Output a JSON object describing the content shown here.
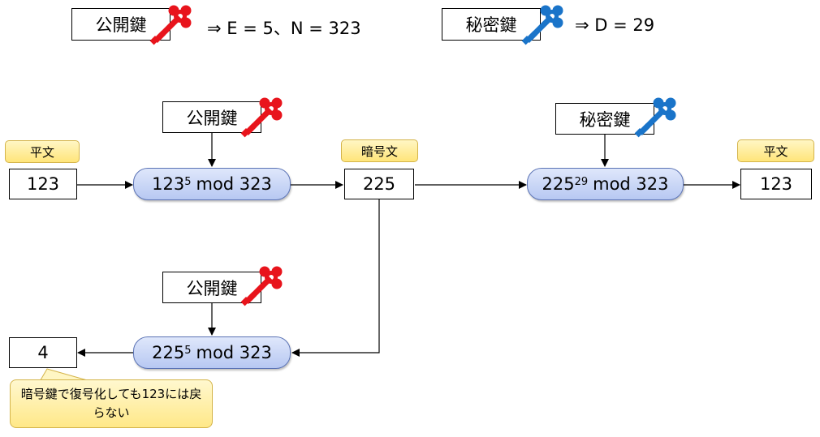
{
  "legend": {
    "public_key_label": "公開鍵",
    "public_key_values": "⇒ E = 5、N = 323",
    "private_key_label": "秘密鍵",
    "private_key_values": "⇒ D = 29"
  },
  "top_flow": {
    "plaintext_label": "平文",
    "plaintext_value": "123",
    "encrypt_key_label": "公開鍵",
    "encrypt_op": {
      "base": "123",
      "exp": "5",
      "mod": "mod 323"
    },
    "ciphertext_label": "暗号文",
    "ciphertext_value": "225",
    "decrypt_key_label": "秘密鍵",
    "decrypt_op": {
      "base": "225",
      "exp": "29",
      "mod": "mod 323"
    },
    "result_label": "平文",
    "result_value": "123"
  },
  "bottom_flow": {
    "key_label": "公開鍵",
    "op": {
      "base": "225",
      "exp": "5",
      "mod": "mod 323"
    },
    "result_value": "4",
    "note": "暗号鍵で復号化しても123には戻らない"
  },
  "colors": {
    "public_key": "#e8141c",
    "private_key": "#1a74c9",
    "op_fill": "#c9d6f6",
    "label_fill": "#fff0a0"
  },
  "icons": {
    "public_key_icon": "key-icon-red",
    "private_key_icon": "key-icon-blue"
  }
}
